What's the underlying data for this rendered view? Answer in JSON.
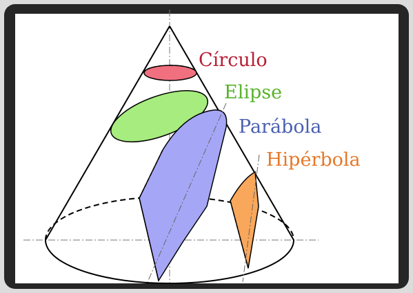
{
  "labels": {
    "circle": "Círculo",
    "ellipse": "Elipse",
    "parabola": "Parábola",
    "hyperbola": "Hipérbola"
  },
  "colors": {
    "circle": "#b81e34",
    "ellipse": "#58b32a",
    "parabola": "#4a5fb0",
    "hyperbola": "#e6782a",
    "circle_fill": "#f0707f",
    "ellipse_fill": "#a6ec7e",
    "parabola_fill": "#a6a6f7",
    "hyperbola_fill": "#f9a75a"
  }
}
